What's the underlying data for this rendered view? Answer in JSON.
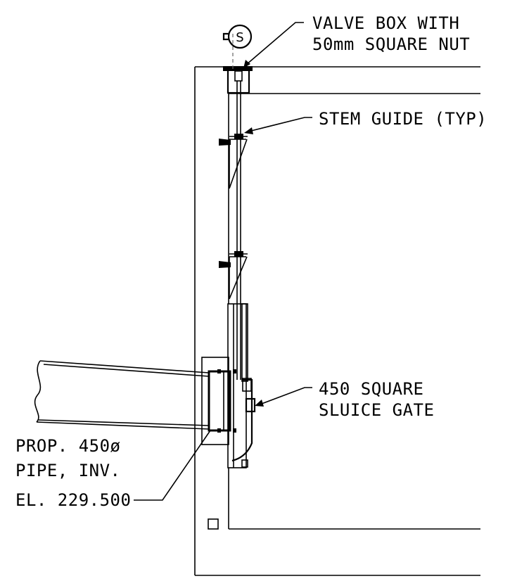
{
  "labels": {
    "valve_box_line1": "VALVE BOX WITH",
    "valve_box_line2": "50mm SQUARE NUT",
    "stem_guide": "STEM GUIDE (TYP)",
    "sluice_gate_line1": "450 SQUARE",
    "sluice_gate_line2": "SLUICE GATE",
    "pipe_line1": "PROP. 450ø",
    "pipe_line2": "PIPE, INV.",
    "pipe_line3": "EL. 229.500"
  },
  "symbols": {
    "valve_symbol_letter": "S"
  }
}
